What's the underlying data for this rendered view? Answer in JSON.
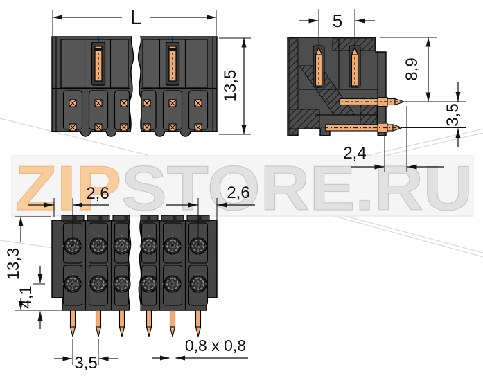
{
  "watermark": {
    "prefix": "ZIP",
    "suffix": "STORE.RU"
  },
  "dims": {
    "front_length": "L",
    "front_height": "13,5",
    "side_pin_pitch": "5",
    "side_pin_depth": "8,9",
    "side_row_pitch": "3,5",
    "side_pin_overhang": "2,4",
    "bottom_edge_left": "2,6",
    "bottom_edge_right": "2,6",
    "bottom_height": "13,3",
    "bottom_pin_protrusion": "4,1",
    "bottom_pin_pitch": "3,5",
    "bottom_pin_square": "0,8 x 0,8"
  },
  "colors": {
    "body": "#4d4d4d",
    "body_dark": "#454545",
    "pin": "#f2ad74",
    "line": "#111111",
    "watermark_zip": "#f8cd9b",
    "watermark_store": "#e1e1e1",
    "band_bg": "#f5f5f5"
  }
}
